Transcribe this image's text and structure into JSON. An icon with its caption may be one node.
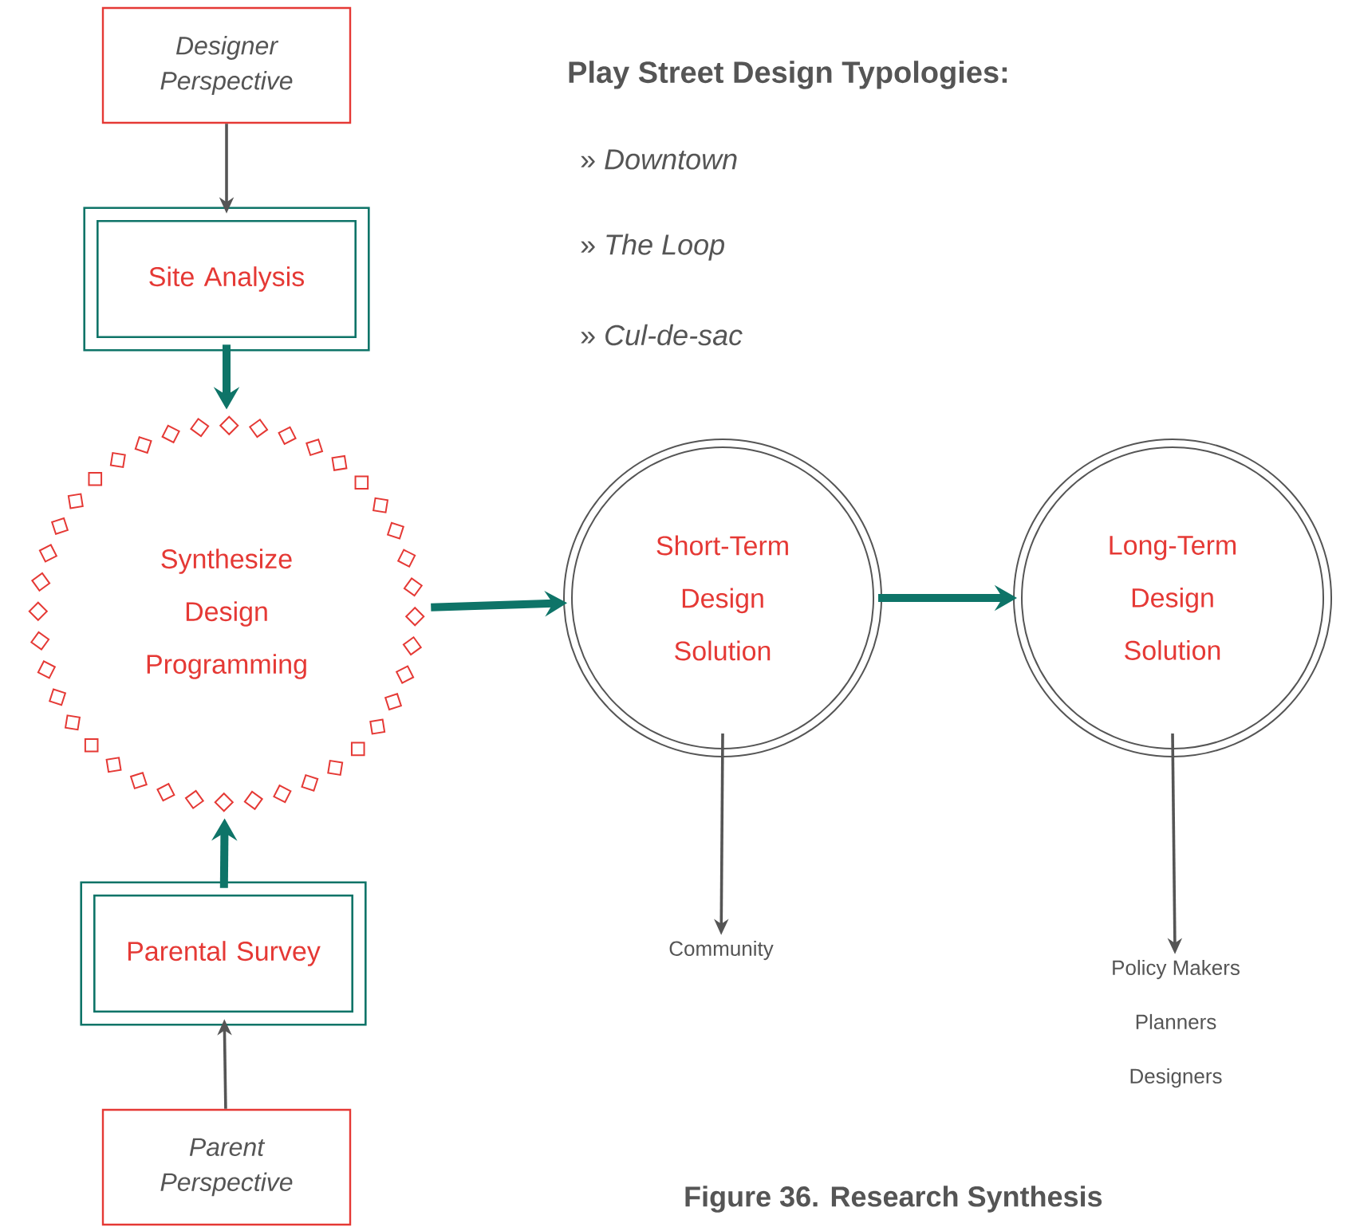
{
  "diagram": {
    "title": "Play Street Design Typologies:",
    "caption": "Figure 36. Research Synthesis",
    "nodes": [
      {
        "text": [
          "Designer Perspective"
        ]
      },
      {
        "text": [
          "Site Analysis"
        ]
      },
      {
        "text": [
          "Synthesize Design Programming"
        ]
      },
      {
        "text": [
          "Parental Survey"
        ]
      },
      {
        "text": [
          "Parent Perspective"
        ]
      },
      {
        "text": [
          "Short-Term Design Solution"
        ]
      },
      {
        "text": [
          "Long-Term Design Solution"
        ]
      },
      {
        "text": [
          "Community"
        ]
      },
      {
        "text": [
          "Policy Makers",
          "Planners",
          "Designers"
        ]
      }
    ],
    "edges": [
      {
        "from": 0,
        "to": 1,
        "arrow": "to"
      },
      {
        "from": 1,
        "to": 2,
        "arrow": "to",
        "style": "thick",
        "color": "#0e7468"
      },
      {
        "from": 4,
        "to": 3,
        "arrow": "to"
      },
      {
        "from": 3,
        "to": 2,
        "arrow": "to",
        "style": "thick",
        "color": "#0e7468"
      },
      {
        "from": 2,
        "to": 5,
        "arrow": "to",
        "style": "thick",
        "color": "#0e7468"
      },
      {
        "from": 5,
        "to": 6,
        "arrow": "to",
        "style": "thick",
        "color": "#0e7468"
      },
      {
        "from": 5,
        "to": 7,
        "arrow": "to"
      },
      {
        "from": 6,
        "to": 8,
        "arrow": "to"
      }
    ],
    "labels": [
      "» *Downtown*",
      "» *The Loop*",
      "» *Cul-de-sac*"
    ]
  }
}
